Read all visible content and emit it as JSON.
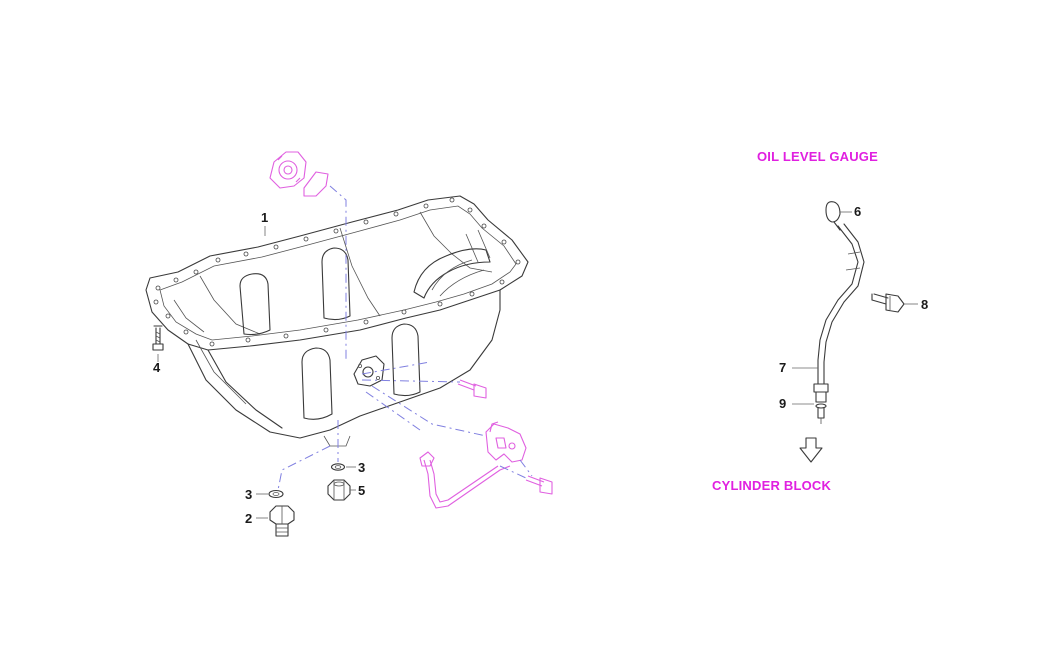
{
  "headings": {
    "oil_level_gauge": "OIL LEVEL GAUGE",
    "cylinder_block": "CYLINDER BLOCK"
  },
  "callouts": {
    "oil_pan": "1",
    "drain_plug": "2",
    "washer_left": "3",
    "washer_right": "3",
    "stud_bolt": "4",
    "nut": "5",
    "gauge_handle": "6",
    "gauge_tube": "7",
    "gauge_bolt": "8",
    "o_ring": "9"
  },
  "colors": {
    "heading": "#e020e0",
    "phantom_line": "#8080e0",
    "part_outline": "#3a3a3a",
    "pink_part": "#e060e0"
  }
}
